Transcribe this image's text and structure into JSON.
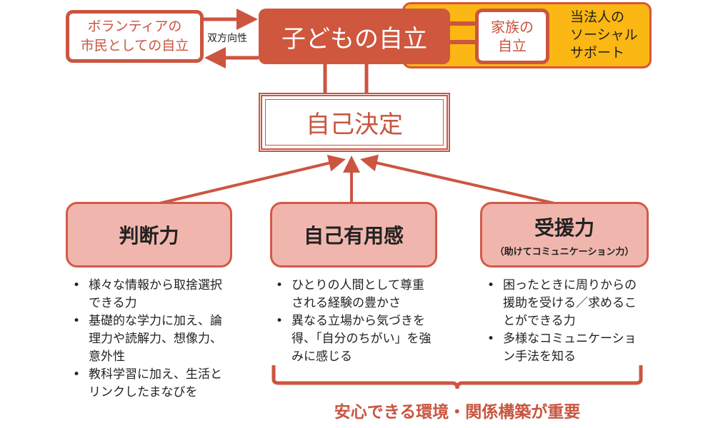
{
  "top": {
    "volunteer": [
      "ボランティアの",
      "市民としての自立"
    ],
    "bidirectional": "双方向性",
    "child": "子どもの自立",
    "family": [
      "家族の",
      "自立"
    ],
    "social": [
      "当法人の",
      "ソーシャル",
      "サポート"
    ]
  },
  "self_decision": "自己決定",
  "pillars": [
    {
      "title": "判断力",
      "sub": "",
      "bullets": [
        "様々な情報から取捨選択できる力",
        "基礎的な学力に加え、論理力や読解力、想像力、意外性",
        "教科学習に加え、生活とリンクしたまなびを"
      ]
    },
    {
      "title": "自己有用感",
      "sub": "",
      "bullets": [
        "ひとりの人間として尊重される経験の豊かさ",
        "異なる立場から気づきを得、「自分のちがい」を強みに感じる"
      ]
    },
    {
      "title": "受援力",
      "sub": "（助けてコミュニケーション力）",
      "bullets": [
        "困ったときに周りからの援助を受ける／求めることができる力",
        "多様なコミュニケーション手法を知る"
      ]
    }
  ],
  "conclusion": "安心できる環境・関係構築が重要",
  "colors": {
    "accent": "#cc5540",
    "yellow": "#fbb713",
    "pink": "#f0b6ad"
  }
}
